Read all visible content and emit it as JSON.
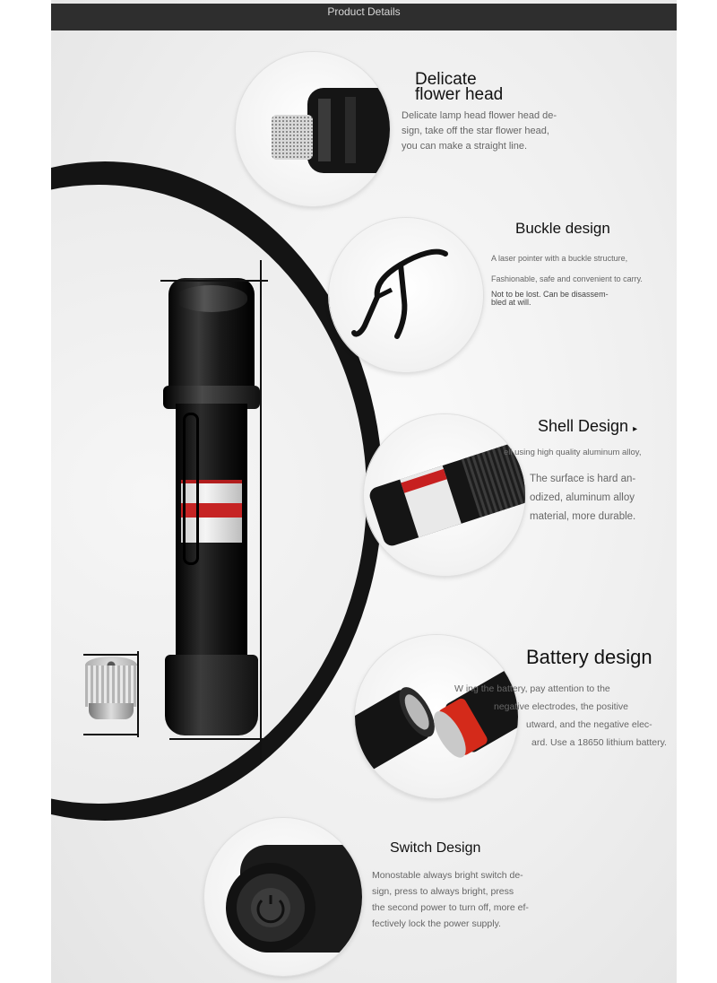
{
  "header": {
    "title": "Product Details"
  },
  "features": [
    {
      "title_line1": "Delicate",
      "title_line2": "flower head",
      "text_lines": [
        "Delicate lamp head flower head de-",
        "sign, take off the star flower head,",
        "you can make a straight line."
      ]
    },
    {
      "title": "Buckle design",
      "text_lines": [
        "A laser pointer with a buckle structure,",
        "Fashionable, safe and convenient to carry.",
        "Not to be lost. Can be disassem-",
        "bled at will."
      ]
    },
    {
      "title": "Shell Design",
      "text_lines": [
        "ell using high quality aluminum alloy,",
        "The surface is hard an-",
        "odized, aluminum alloy",
        "material, more durable."
      ]
    },
    {
      "title": "Battery design",
      "text_lines": [
        "W        ing the battery, pay attention to the",
        "negative electrodes, the positive",
        "utward, and the negative elec-",
        "ard. Use a 18650 lithium battery."
      ]
    },
    {
      "title": "Switch Design",
      "text_lines": [
        "Monostable always bright switch de-",
        "sign, press to always bright, press",
        "the second power to turn off, more ef-",
        "fectively lock the power supply."
      ]
    }
  ],
  "icons": {
    "main": "laser-flashlight-icon",
    "cap": "silver-star-cap-icon",
    "head": "flower-head-icon",
    "clip": "buckle-clip-icon",
    "shell": "aluminum-shell-icon",
    "battery": "battery-icon",
    "switch": "tail-switch-icon"
  }
}
